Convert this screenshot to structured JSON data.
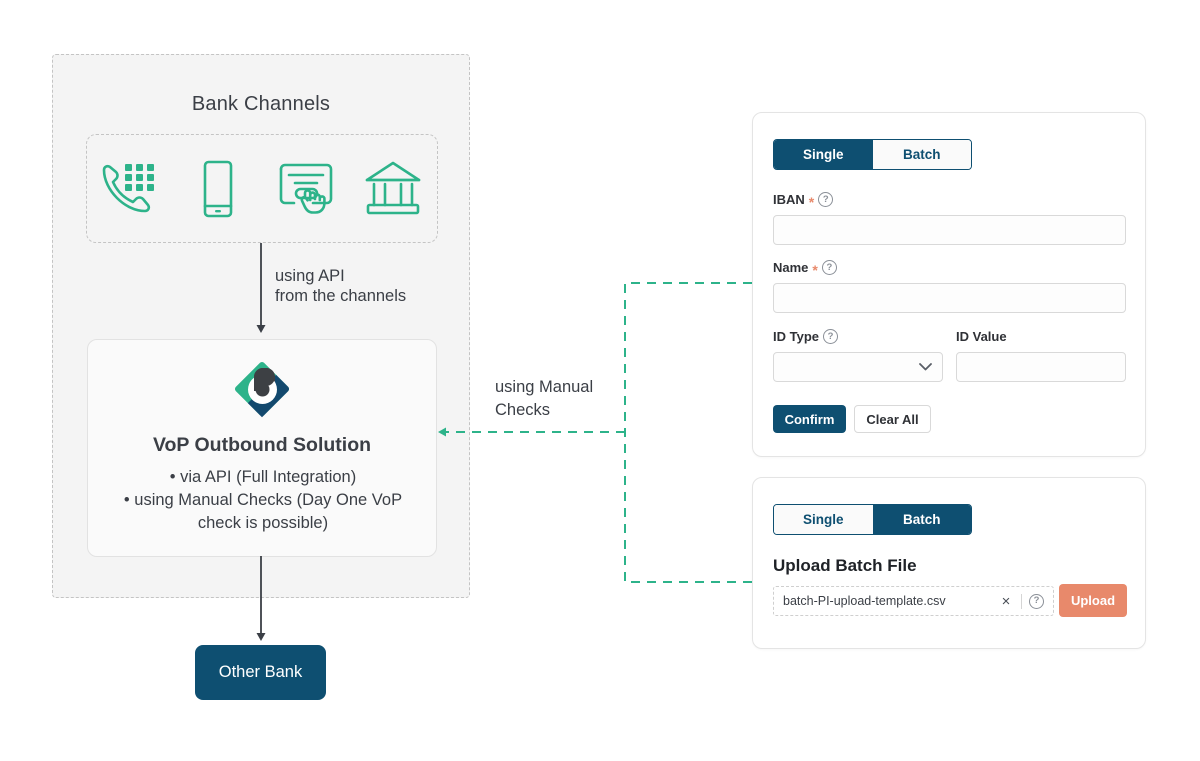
{
  "diagram": {
    "group_title": "Bank Channels",
    "channels": [
      {
        "icon": "phone-keypad-icon",
        "label": "Phone banking"
      },
      {
        "icon": "mobile-phone-icon",
        "label": "Mobile banking"
      },
      {
        "icon": "online-form-click-icon",
        "label": "Online banking"
      },
      {
        "icon": "bank-building-icon",
        "label": "Branch"
      }
    ],
    "api_connector_label": "using API\nfrom the channels",
    "manual_connector_label": "using Manual\nChecks",
    "vop": {
      "logo": "vop-logo-icon",
      "title": "VoP Outbound Solution",
      "bullets": [
        "• via API (Full Integration)",
        "• using Manual Checks (Day One VoP",
        "check is possible)"
      ]
    },
    "other_bank_label": "Other Bank"
  },
  "single_panel": {
    "tabs": {
      "single": "Single",
      "batch": "Batch"
    },
    "active_tab": "Single",
    "iban": {
      "label": "IBAN",
      "required": "*",
      "help": "?",
      "value": "",
      "placeholder": ""
    },
    "name": {
      "label": "Name",
      "required": "*",
      "help": "?",
      "value": "",
      "placeholder": ""
    },
    "id_type": {
      "label": "ID Type",
      "help": "?",
      "value": "",
      "chevron": "chevron-down-icon"
    },
    "id_value": {
      "label": "ID Value",
      "value": "",
      "placeholder": ""
    },
    "confirm_label": "Confirm",
    "clear_label": "Clear All"
  },
  "batch_panel": {
    "tabs": {
      "single": "Single",
      "batch": "Batch"
    },
    "active_tab": "Batch",
    "upload_title": "Upload Batch File",
    "file_name": "batch-PI-upload-template.csv",
    "clear_icon": "×",
    "help": "?",
    "upload_label": "Upload"
  },
  "colors": {
    "navy": "#0e4f71",
    "teal": "#2db38a",
    "coral": "#e8896b",
    "panel_bg": "#f4f4f4",
    "text": "#3b3f46"
  }
}
